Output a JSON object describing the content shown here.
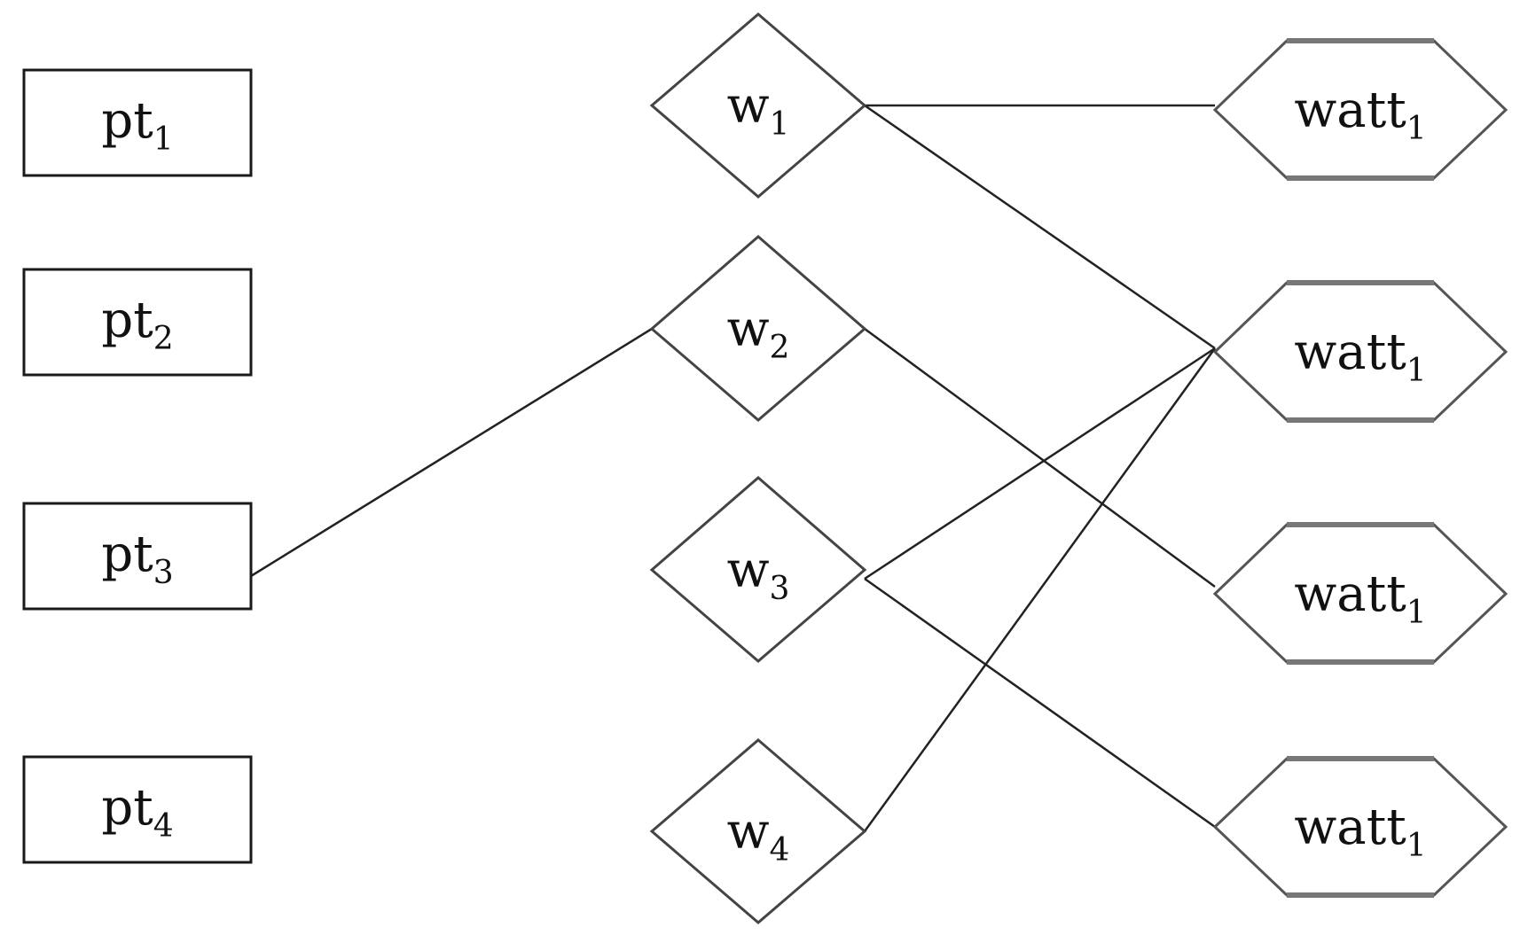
{
  "pt_nodes": [
    {
      "id": "pt1",
      "base": "pt",
      "sub": "1"
    },
    {
      "id": "pt2",
      "base": "pt",
      "sub": "2"
    },
    {
      "id": "pt3",
      "base": "pt",
      "sub": "3"
    },
    {
      "id": "pt4",
      "base": "pt",
      "sub": "4"
    }
  ],
  "w_nodes": [
    {
      "id": "w1",
      "base": "w",
      "sub": "1"
    },
    {
      "id": "w2",
      "base": "w",
      "sub": "2"
    },
    {
      "id": "w3",
      "base": "w",
      "sub": "3"
    },
    {
      "id": "w4",
      "base": "w",
      "sub": "4"
    }
  ],
  "watt_nodes": [
    {
      "id": "watt1a",
      "base": "watt",
      "sub": "1"
    },
    {
      "id": "watt1b",
      "base": "watt",
      "sub": "1"
    },
    {
      "id": "watt1c",
      "base": "watt",
      "sub": "1"
    },
    {
      "id": "watt1d",
      "base": "watt",
      "sub": "1"
    }
  ],
  "edges": [
    {
      "from": "pt3",
      "to": "w2"
    },
    {
      "from": "w1",
      "to": "watt1a"
    },
    {
      "from": "w1",
      "to": "watt1b"
    },
    {
      "from": "w2",
      "to": "watt1c"
    },
    {
      "from": "w3",
      "to": "watt1b"
    },
    {
      "from": "w3",
      "to": "watt1d"
    },
    {
      "from": "w4",
      "to": "watt1b"
    }
  ]
}
